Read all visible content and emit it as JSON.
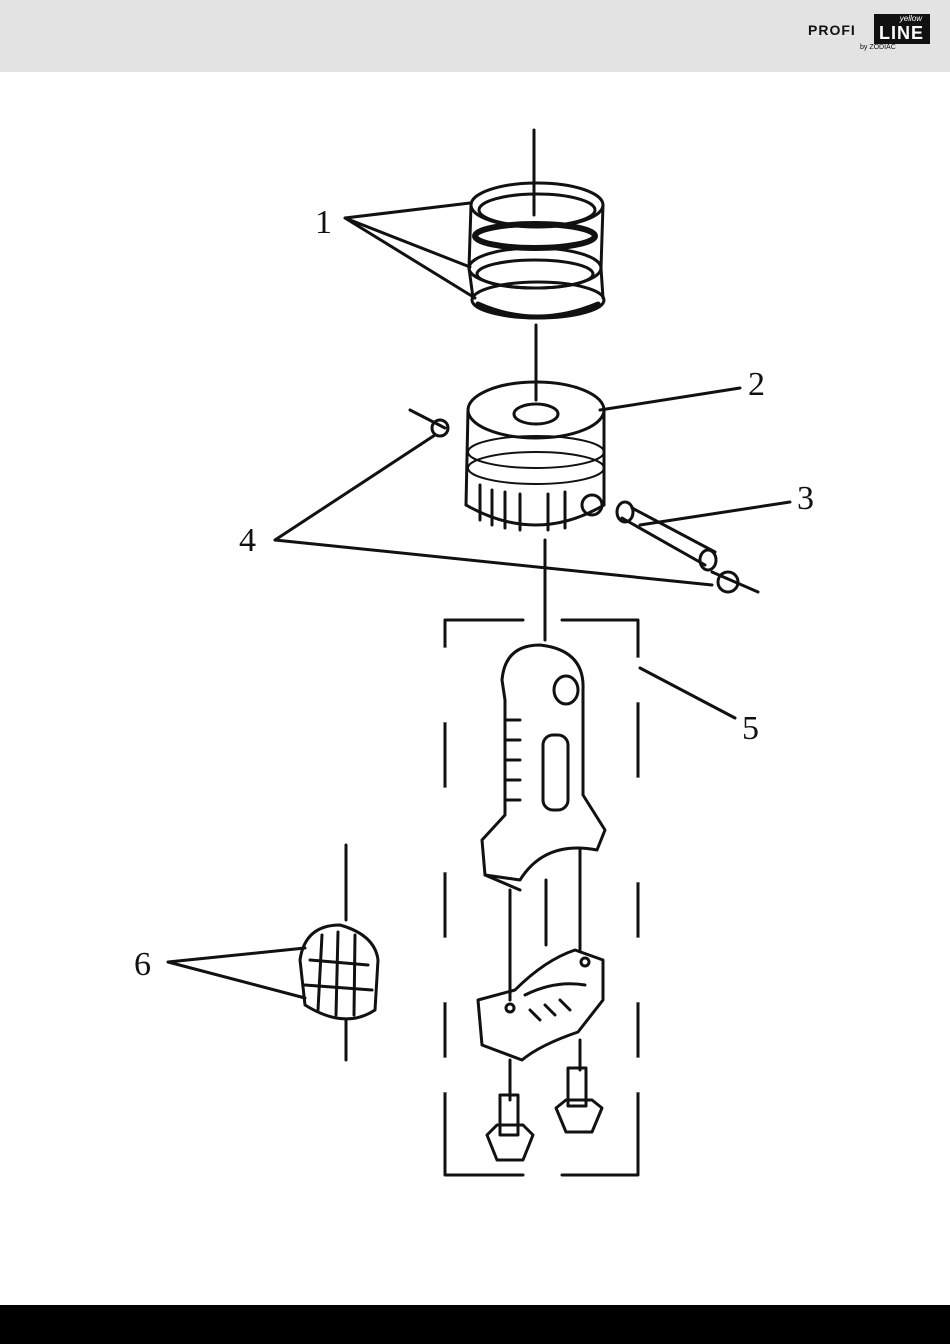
{
  "header": {
    "logo": {
      "brand": "PROFI",
      "line": "LINE",
      "tag": "yellow",
      "sub": "by ZODIAC"
    },
    "background": "#e3e3e3"
  },
  "diagram": {
    "callouts": [
      {
        "id": "1",
        "label": "1"
      },
      {
        "id": "2",
        "label": "2"
      },
      {
        "id": "3",
        "label": "3"
      },
      {
        "id": "4",
        "label": "4"
      },
      {
        "id": "5",
        "label": "5"
      },
      {
        "id": "6",
        "label": "6"
      }
    ],
    "line_color": "#111111"
  },
  "footer": {
    "background": "#000000"
  }
}
